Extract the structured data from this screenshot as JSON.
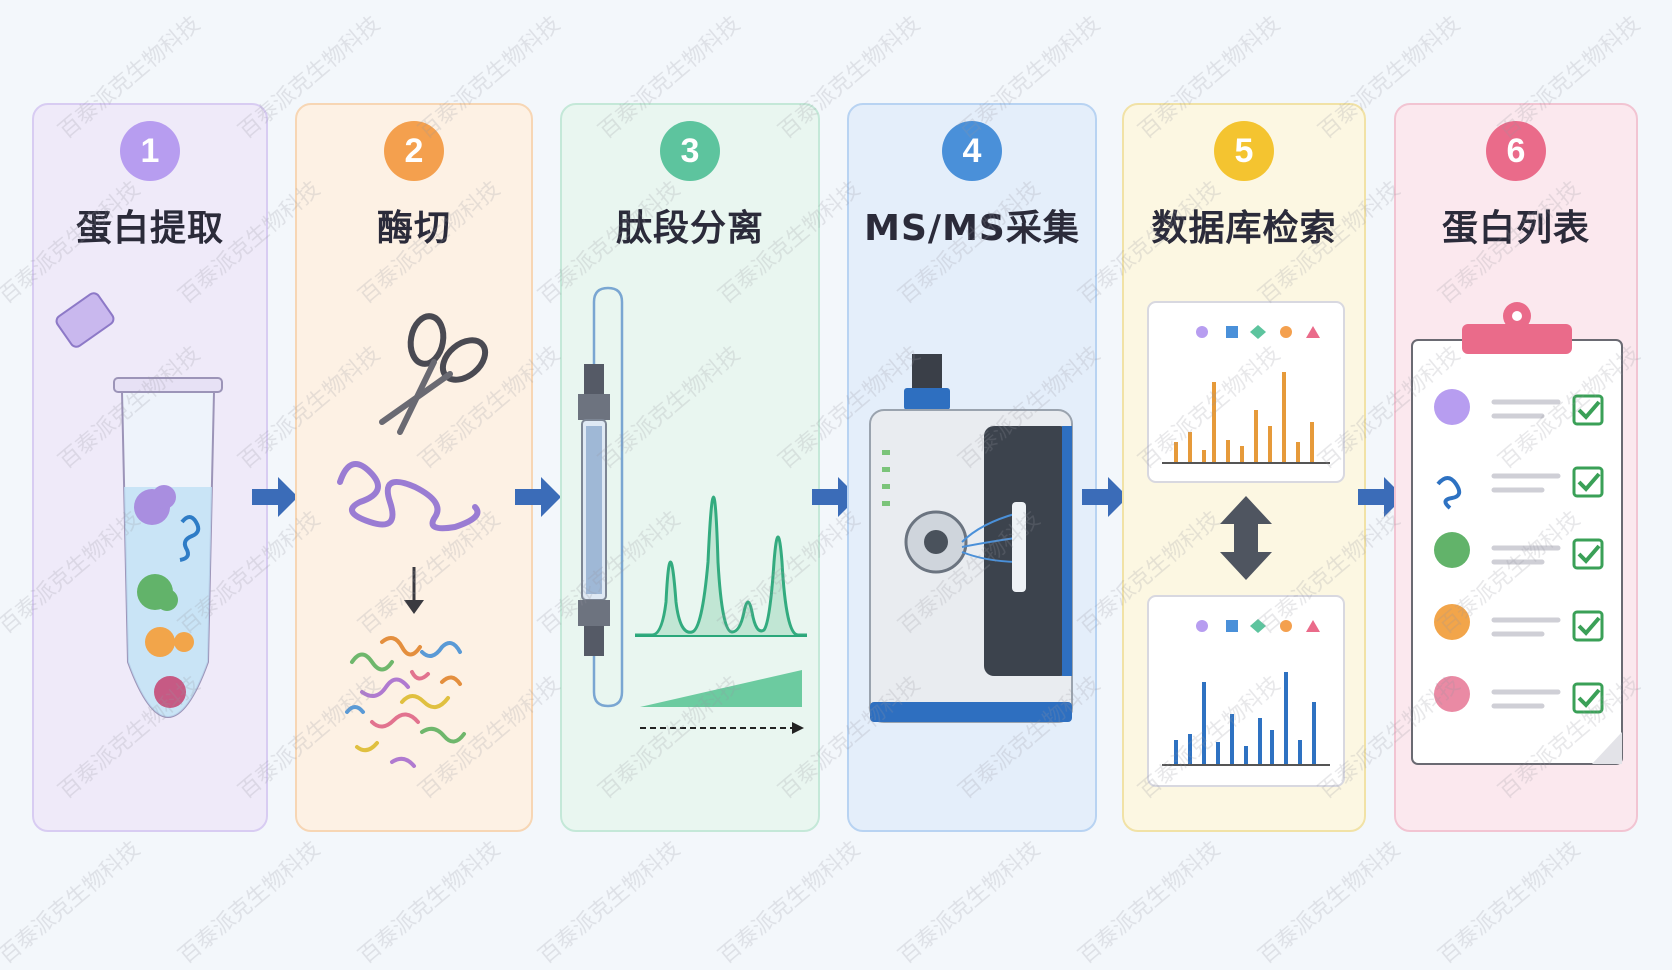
{
  "steps": [
    {
      "number": "1",
      "title": "蛋白提取",
      "color": "#b79df0",
      "panel_bg": "#efeaf9",
      "border": "#d8ccf2"
    },
    {
      "number": "2",
      "title": "酶切",
      "color": "#f4a04e",
      "panel_bg": "#fdf1e4",
      "border": "#f7d6b4"
    },
    {
      "number": "3",
      "title": "肽段分离",
      "color": "#5dc49e",
      "panel_bg": "#e9f6f0",
      "border": "#c4e8d8"
    },
    {
      "number": "4",
      "title": "MS/MS采集",
      "color": "#4a90d9",
      "panel_bg": "#e4eefa",
      "border": "#b8d3f2"
    },
    {
      "number": "5",
      "title": "数据库检索",
      "color": "#f4c430",
      "panel_bg": "#fcf7e2",
      "border": "#f1e2a6"
    },
    {
      "number": "6",
      "title": "蛋白列表",
      "color": "#ea6b8a",
      "panel_bg": "#fbe8ee",
      "border": "#f2c4d2"
    }
  ],
  "watermark": "百泰派克生物科技",
  "colors": {
    "arrow": "#3b6cb8",
    "peak_green": "#2aa77a",
    "bar_orange": "#e69a3a",
    "bar_blue": "#2e72c2",
    "check_green": "#3aa057"
  },
  "icons": [
    "tube-icon",
    "scissors-icon",
    "column-icon",
    "mass-spectrometer-icon",
    "spectrum-icon",
    "clipboard-icon"
  ]
}
